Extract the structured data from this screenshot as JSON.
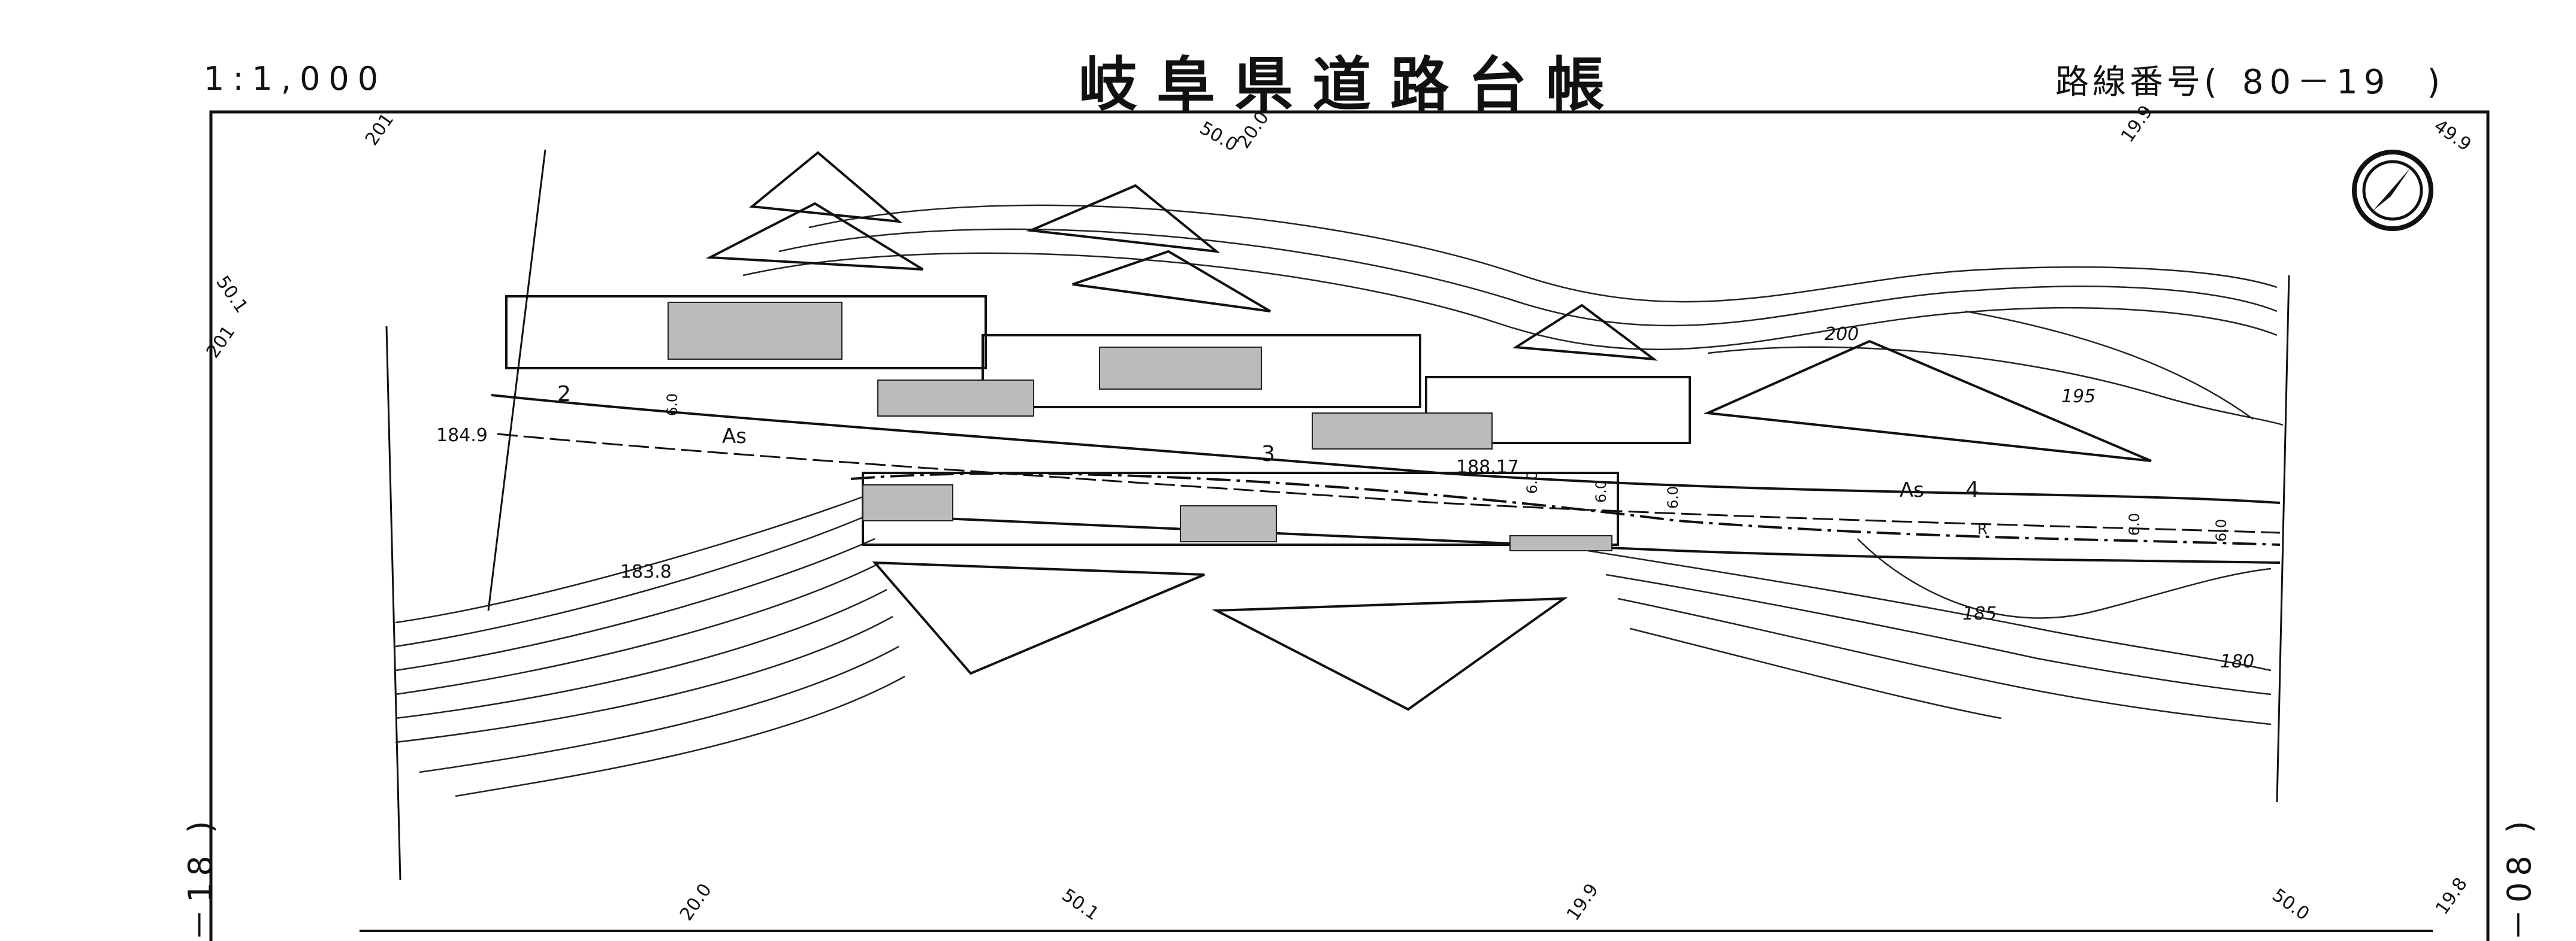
{
  "header": {
    "scale": "1:1,000",
    "title": "岐阜県道路台帳",
    "route_label": "路線番号(",
    "route_number": "80－19",
    "route_close": ")"
  },
  "side_labels": {
    "left": "－18 )",
    "right": "－08 )"
  },
  "map": {
    "north_arrow": "north-arrow-icon",
    "top_marks": [
      "201",
      "50.0",
      "20.0",
      "19.9",
      "49.9"
    ],
    "left_marks": [
      "50.1",
      "201"
    ],
    "bottom_marks": [
      "20.0",
      "50.1",
      "19.9",
      "50.0",
      "19.8"
    ],
    "elevations": [
      "184.9",
      "183.8",
      "188.17"
    ],
    "contour_labels": [
      "200",
      "195",
      "185",
      "180"
    ],
    "surface_labels": [
      "As",
      "As"
    ],
    "section_numbers": [
      "2",
      "3",
      "4"
    ],
    "road_widths": [
      "6.0",
      "6.0",
      "6.0",
      "6.0",
      "6.0",
      "6.0"
    ],
    "misc_marks": [
      "R"
    ]
  }
}
